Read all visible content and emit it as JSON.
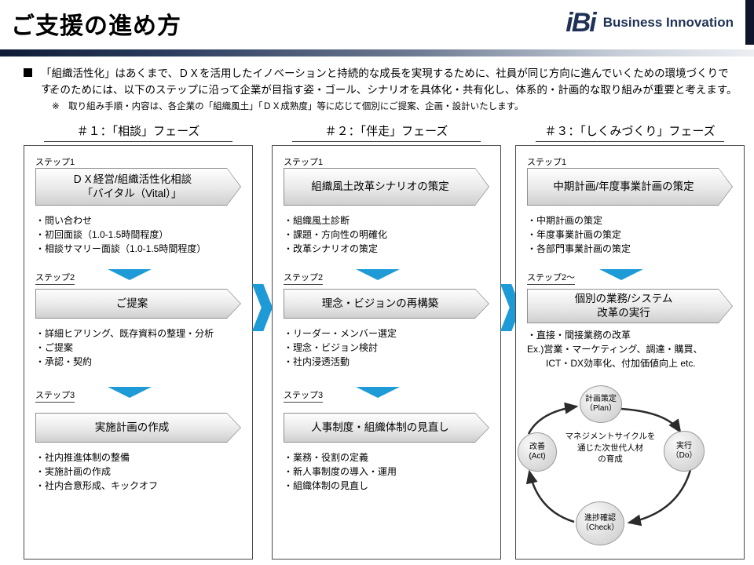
{
  "colors": {
    "accent_blue": "#1E9BD7",
    "logo_navy": "#1F3255",
    "box_border": "#8f8f8f"
  },
  "header": {
    "title": "ご支援の進め方",
    "logo_mark": "iBi",
    "logo_name": "Business Innovation"
  },
  "intro": {
    "line1": "「組織活性化」はあくまで、ＤＸを活用したイノベーションと持続的な成長を実現するために、社員が同じ方向に進んでいくための環境づくりです。",
    "line2": "そのためには、以下のステップに沿って企業が目指す姿・ゴール、シナリオを具体化・共有化し、体系的・計画的な取り組みが重要と考えます。",
    "note": "※　取り組み手順・内容は、各企業の「組織風土」「ＤＸ成熟度」等に応じて個別にご提案、企画・設計いたします。"
  },
  "columns": [
    {
      "title": "＃１：「相談」フェーズ",
      "steps": [
        {
          "label": "ステップ1",
          "box": "ＤＸ経営/組織活性化相談\n「バイタル（Vital）」",
          "bullets": [
            "・問い合わせ",
            "・初回面談（1.0-1.5時間程度）",
            "・相談サマリー面談（1.0-1.5時間程度）"
          ]
        },
        {
          "label": "ステップ2",
          "box": "ご提案",
          "bullets": [
            "・詳細ヒアリング、既存資料の整理・分析",
            "・ご提案",
            "・承認・契約"
          ]
        },
        {
          "label": "ステップ3",
          "box": "実施計画の作成",
          "bullets": [
            "・社内推進体制の整備",
            "・実施計画の作成",
            "・社内合意形成、キックオフ"
          ]
        }
      ]
    },
    {
      "title": "＃２：「伴走」フェーズ",
      "steps": [
        {
          "label": "ステップ1",
          "box": "組織風土改革シナリオの策定",
          "bullets": [
            "・組織風土診断",
            "・課題・方向性の明確化",
            "・改革シナリオの策定"
          ]
        },
        {
          "label": "ステップ2",
          "box": "理念・ビジョンの再構築",
          "bullets": [
            "・リーダー・メンバー選定",
            "・理念・ビジョン検討",
            "・社内浸透活動"
          ]
        },
        {
          "label": "ステップ3",
          "box": "人事制度・組織体制の見直し",
          "bullets": [
            "・業務・役割の定義",
            "・新人事制度の導入・運用",
            "・組織体制の見直し"
          ]
        }
      ]
    },
    {
      "title": "＃３：「しくみづくり」フェーズ",
      "steps": [
        {
          "label": "ステップ1",
          "box": "中期計画/年度事業計画の策定",
          "bullets": [
            "・中期計画の策定",
            "・年度事業計画の策定",
            "・各部門事業計画の策定"
          ]
        },
        {
          "label": "ステップ2～",
          "box": "個別の業務/システム\n改革の実行",
          "bullets": [
            "・直接・間接業務の改革",
            "Ex.)営業・マーケティング、調達・購買、",
            "　　ICT・DX効率化、付加価値向上 etc."
          ]
        }
      ],
      "pdca": {
        "center": "マネジメントサイクルを\n通じた次世代人材\nの育成",
        "plan": "計画策定\n（Plan）",
        "do": "実行\n（Do）",
        "check": "進捗確認\n（Check）",
        "act": "改善\n(Act)"
      }
    }
  ]
}
